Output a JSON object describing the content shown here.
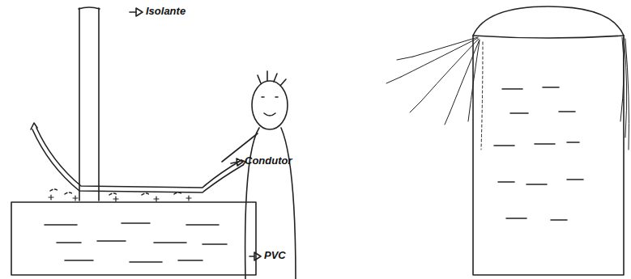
{
  "diagram": {
    "labels": [
      "Isolante",
      "Condutor",
      "PVC"
    ]
  }
}
